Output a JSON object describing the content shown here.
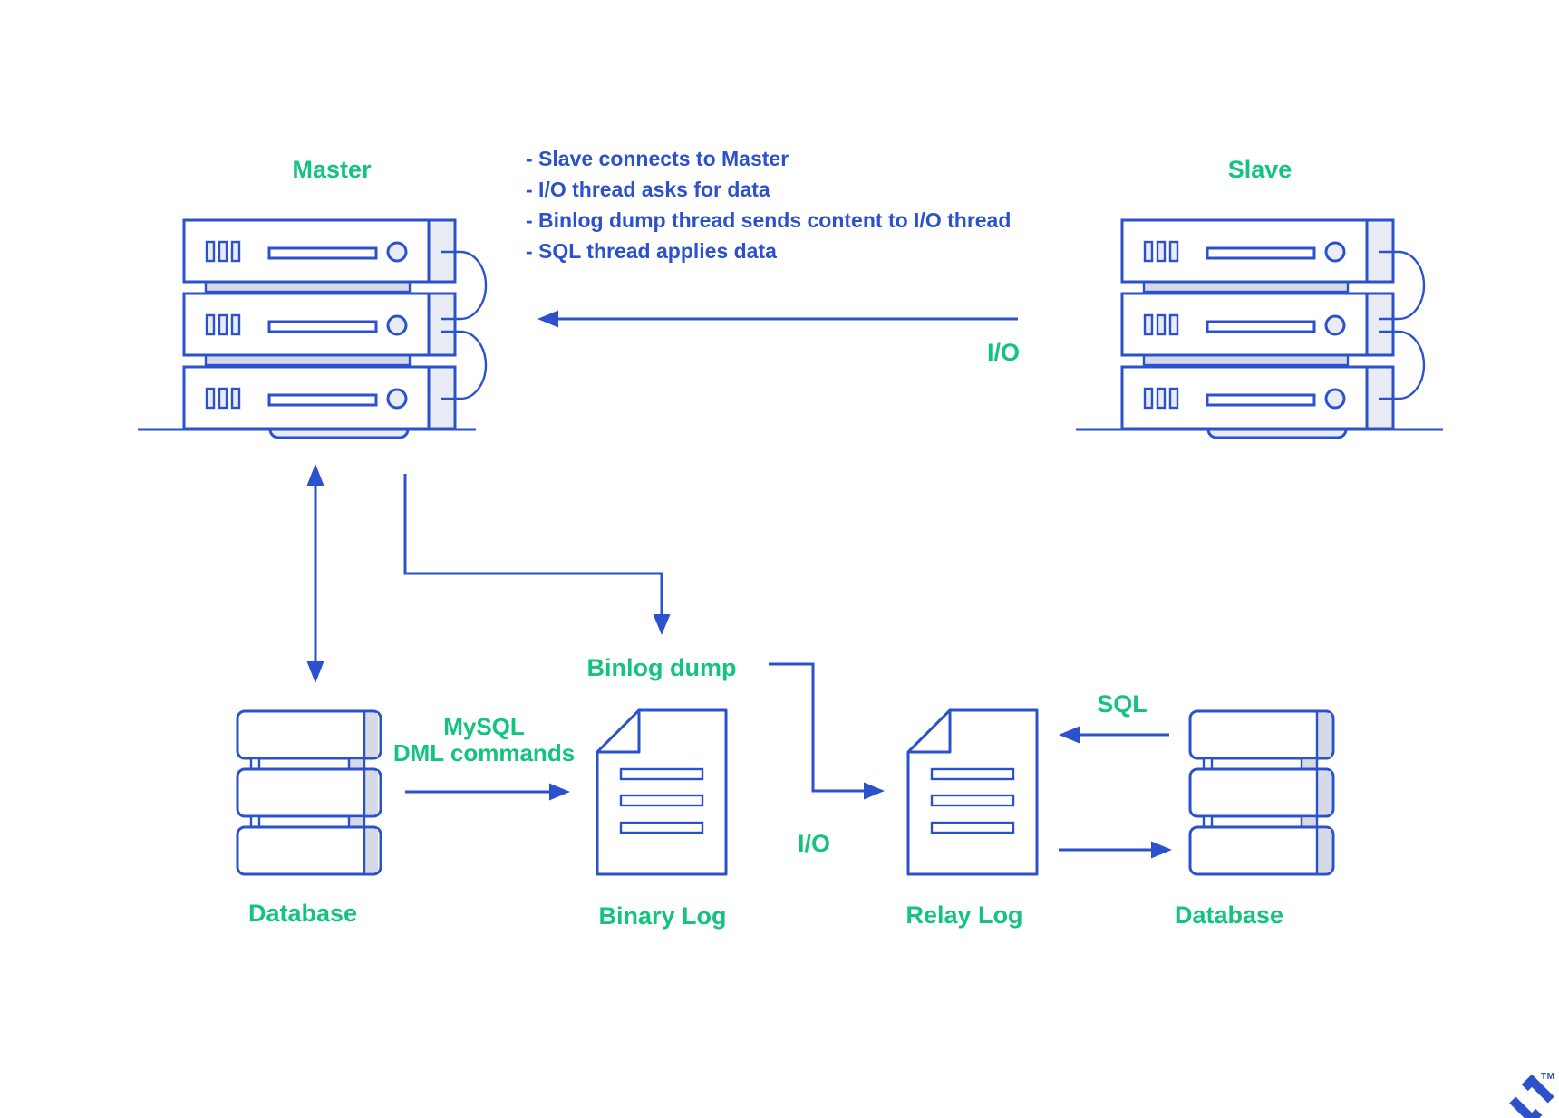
{
  "colors": {
    "blue": "#2b52cc",
    "green": "#14c47e",
    "fill_light": "#e9ecf4",
    "fill_mid": "#d5dae4",
    "white": "#ffffff"
  },
  "diagram": {
    "master_label": "Master",
    "slave_label": "Slave",
    "notes": [
      "- Slave connects to Master",
      "- I/O thread asks for data",
      "- Binlog dump thread sends content to I/O thread",
      "- SQL thread applies data"
    ],
    "io_top_label": "I/O",
    "binlog_dump_label": "Binlog dump",
    "mysql_label_line1": "MySQL",
    "mysql_label_line2": "DML commands",
    "database_left_label": "Database",
    "binary_log_label": "Binary Log",
    "io_bottom_label": "I/O",
    "relay_log_label": "Relay Log",
    "sql_label": "SQL",
    "database_right_label": "Database",
    "trademark": "TM"
  }
}
